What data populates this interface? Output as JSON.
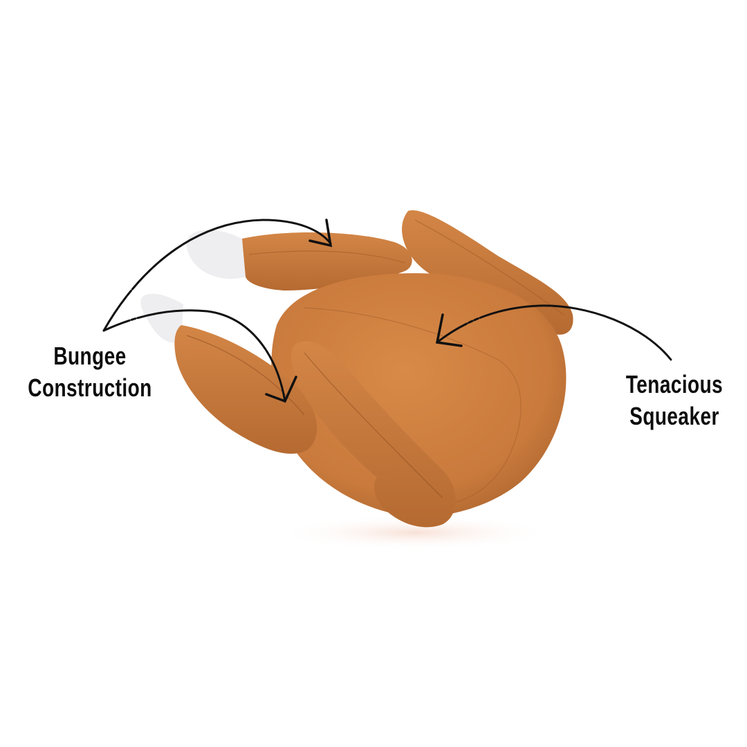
{
  "image": {
    "subject": "plush roast turkey dog toy",
    "background_color": "#ffffff",
    "colors": {
      "plush_body": "#c97a3c",
      "plush_shadow": "#a8622c",
      "plush_highlight": "#d98c4c",
      "bone_tip": "#eeeef0",
      "arrow": "#111111",
      "text": "#0d0d0d"
    }
  },
  "callouts": [
    {
      "id": "bungee",
      "lines": [
        "Bungee",
        "Construction"
      ],
      "points_to": "drumsticks"
    },
    {
      "id": "squeaker",
      "lines": [
        "Tenacious",
        "Squeaker"
      ],
      "points_to": "body"
    }
  ]
}
